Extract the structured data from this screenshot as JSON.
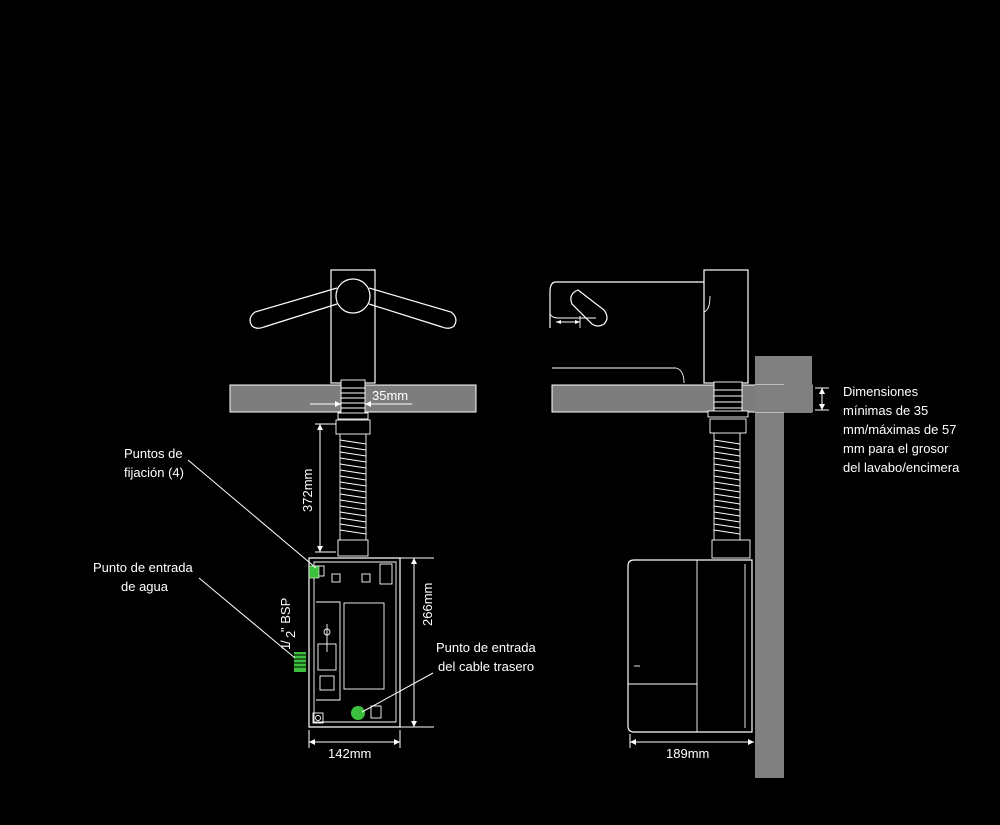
{
  "labels": {
    "width_35": "35mm",
    "hose_length": "372mm",
    "box_height": "266mm",
    "box_width": "142mm",
    "box_depth": "189mm",
    "thread_fraction_num": "1",
    "thread_fraction_den": "2",
    "thread_suffix": "\" BSP"
  },
  "callouts": {
    "fixing_points": [
      "Puntos de",
      "fijación (4)"
    ],
    "water_inlet": [
      "Punto de entrada",
      "de agua"
    ],
    "cable_inlet": [
      "Punto de entrada",
      "del cable trasero"
    ],
    "thickness_note": [
      "Dimensiones",
      "mínimas de 35",
      "mm/máximas de 57",
      "mm para el grosor",
      "del lavabo/encimera"
    ]
  },
  "colors": {
    "background": "#000000",
    "lines": "#ffffff",
    "countertop": "#7d7d7d",
    "wall": "#808080",
    "inlet_green": "#3cbf3c"
  }
}
